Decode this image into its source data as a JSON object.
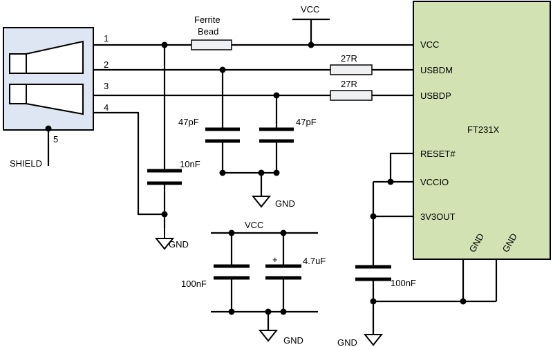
{
  "connector": {
    "pins": [
      "1",
      "2",
      "3",
      "4"
    ],
    "shield_pin": "5",
    "shield_label": "SHIELD"
  },
  "ferrite": {
    "line1": "Ferrite",
    "line2": "Bead"
  },
  "vcc_top": "VCC",
  "res_dm": "27R",
  "res_dp": "27R",
  "cap_dm": "47pF",
  "cap_dp": "47pF",
  "cap_vbus": "10nF",
  "gnd_labels": [
    "GND",
    "GND",
    "GND",
    "GND"
  ],
  "decoupling": {
    "vcc": "VCC",
    "cap1": "100nF",
    "cap2_plus": "+",
    "cap2": "4.7uF"
  },
  "vccio_cap": "100nF",
  "chip": {
    "name": "FT231X",
    "pins": [
      "VCC",
      "USBDM",
      "USBDP",
      "RESET#",
      "VCCIO",
      "3V3OUT"
    ],
    "gnd_pins": [
      "GND",
      "GND"
    ],
    "fill": "#d2e2b2"
  },
  "colors": {
    "connector_fill": "#dde6f2",
    "resistor_fill": "#eef0f2",
    "line": "#000000"
  }
}
